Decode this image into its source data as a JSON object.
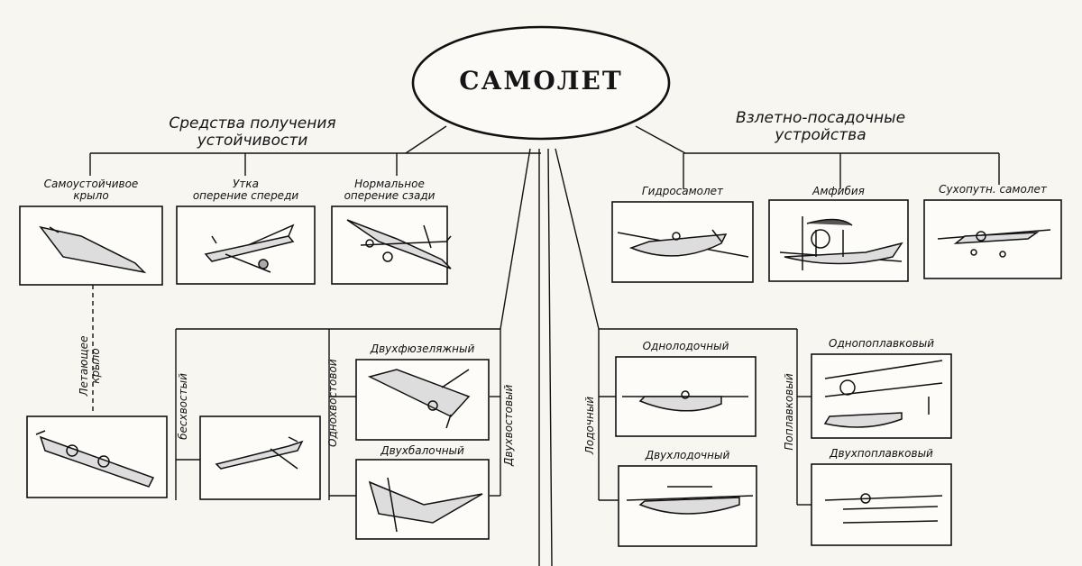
{
  "root": {
    "title": "САМОЛЕТ"
  },
  "groups": {
    "stability": {
      "line1": "Средства получения",
      "line2": "устойчивости"
    },
    "landing": {
      "line1": "Взлетно-посадочные",
      "line2": "устройства"
    }
  },
  "stability_items": [
    {
      "line1": "Самоустойчивое",
      "line2": "крыло"
    },
    {
      "line1": "Утка",
      "line2": "оперение спереди"
    },
    {
      "line1": "Нормальное",
      "line2": "оперение сзади"
    }
  ],
  "landing_items": [
    {
      "label": "Гидросамолет"
    },
    {
      "label": "Амфибия"
    },
    {
      "label": "Сухопутн. самолет"
    }
  ],
  "flying_wing": {
    "line1": "Летающее",
    "line2": "крыло"
  },
  "tail_types": {
    "tailless": "бесхвостый",
    "single_tail": "Однохвостовой",
    "twin_tail": "Двухвостовый",
    "twin_fuselage": "Двухфюзеляжный",
    "twin_boom": "Двухбалочный"
  },
  "hull_types": {
    "boat": "Лодочный",
    "single_boat": "Однолодочный",
    "twin_boat": "Двухлодочный",
    "float": "Поплавковый",
    "single_float": "Однопоплавковый",
    "twin_float": "Двухпоплавковый"
  }
}
